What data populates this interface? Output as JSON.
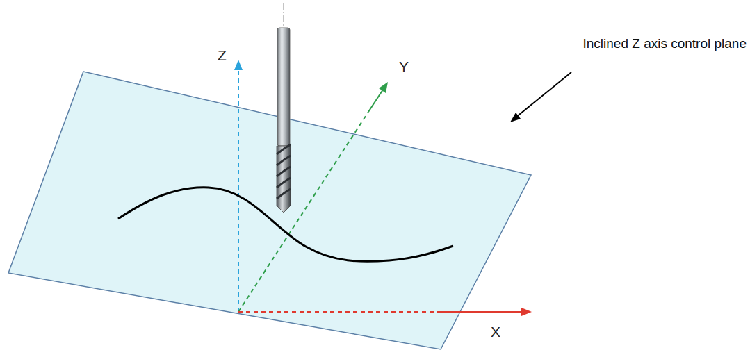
{
  "diagram": {
    "labels": [
      "Z",
      "Y",
      "X",
      "Inclined Z axis control plane"
    ]
  }
}
